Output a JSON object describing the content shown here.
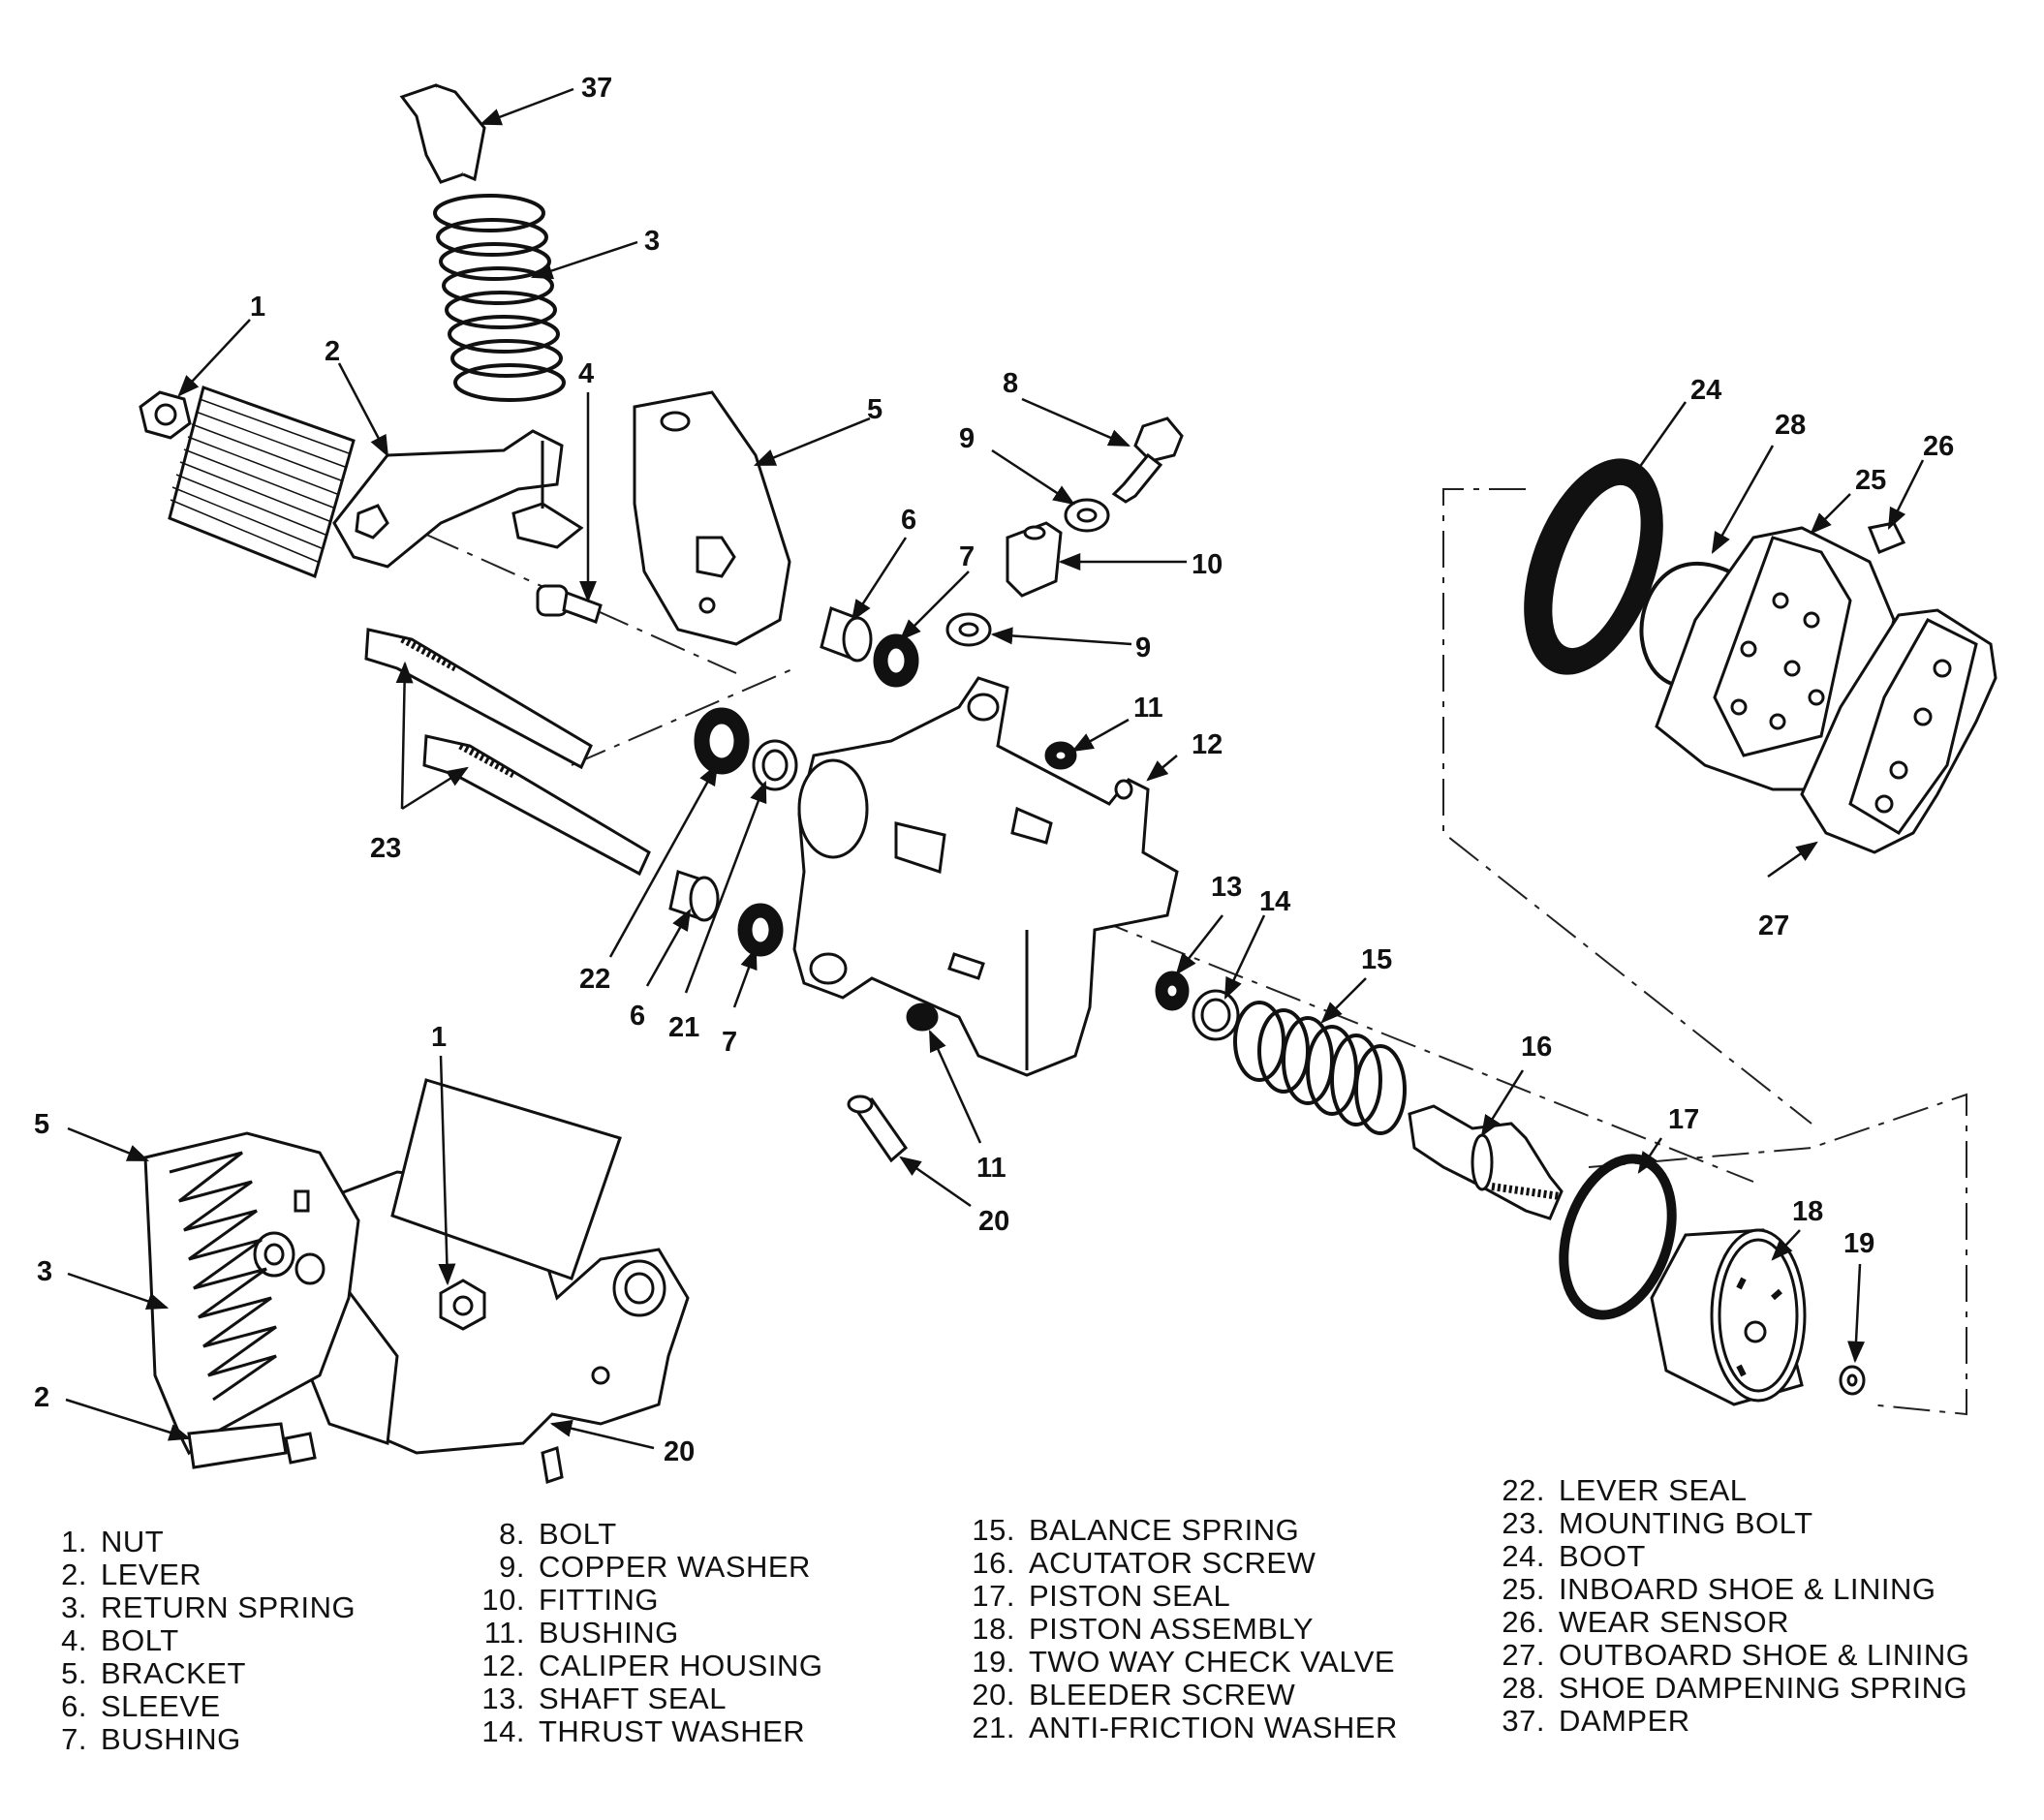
{
  "callouts": [
    {
      "id": "c37",
      "text": "37"
    },
    {
      "id": "c3a",
      "text": "3"
    },
    {
      "id": "c1a",
      "text": "1"
    },
    {
      "id": "c2a",
      "text": "2"
    },
    {
      "id": "c4",
      "text": "4"
    },
    {
      "id": "c5a",
      "text": "5"
    },
    {
      "id": "c8",
      "text": "8"
    },
    {
      "id": "c9a",
      "text": "9"
    },
    {
      "id": "c10",
      "text": "10"
    },
    {
      "id": "c9b",
      "text": "9"
    },
    {
      "id": "c6a",
      "text": "6"
    },
    {
      "id": "c7a",
      "text": "7"
    },
    {
      "id": "c11a",
      "text": "11"
    },
    {
      "id": "c12",
      "text": "12"
    },
    {
      "id": "c23",
      "text": "23"
    },
    {
      "id": "c22",
      "text": "22"
    },
    {
      "id": "c6b",
      "text": "6"
    },
    {
      "id": "c21",
      "text": "21"
    },
    {
      "id": "c7b",
      "text": "7"
    },
    {
      "id": "c13",
      "text": "13"
    },
    {
      "id": "c14",
      "text": "14"
    },
    {
      "id": "c15",
      "text": "15"
    },
    {
      "id": "c16",
      "text": "16"
    },
    {
      "id": "c17",
      "text": "17"
    },
    {
      "id": "c18",
      "text": "18"
    },
    {
      "id": "c19",
      "text": "19"
    },
    {
      "id": "c11b",
      "text": "11"
    },
    {
      "id": "c20a",
      "text": "20"
    },
    {
      "id": "c24",
      "text": "24"
    },
    {
      "id": "c28",
      "text": "28"
    },
    {
      "id": "c25",
      "text": "25"
    },
    {
      "id": "c26",
      "text": "26"
    },
    {
      "id": "c27",
      "text": "27"
    },
    {
      "id": "c1b",
      "text": "1"
    },
    {
      "id": "c5b",
      "text": "5"
    },
    {
      "id": "c3b",
      "text": "3"
    },
    {
      "id": "c2b",
      "text": "2"
    },
    {
      "id": "c20b",
      "text": "20"
    }
  ],
  "legend": {
    "col1": [
      {
        "num": "1.",
        "name": "NUT"
      },
      {
        "num": "2.",
        "name": "LEVER"
      },
      {
        "num": "3.",
        "name": "RETURN SPRING"
      },
      {
        "num": "4.",
        "name": "BOLT"
      },
      {
        "num": "5.",
        "name": "BRACKET"
      },
      {
        "num": "6.",
        "name": "SLEEVE"
      },
      {
        "num": "7.",
        "name": "BUSHING"
      }
    ],
    "col2": [
      {
        "num": "8.",
        "name": "BOLT"
      },
      {
        "num": "9.",
        "name": "COPPER WASHER"
      },
      {
        "num": "10.",
        "name": "FITTING"
      },
      {
        "num": "11.",
        "name": "BUSHING"
      },
      {
        "num": "12.",
        "name": "CALIPER HOUSING"
      },
      {
        "num": "13.",
        "name": "SHAFT SEAL"
      },
      {
        "num": "14.",
        "name": "THRUST WASHER"
      }
    ],
    "col3": [
      {
        "num": "15.",
        "name": "BALANCE SPRING"
      },
      {
        "num": "16.",
        "name": "ACUTATOR SCREW"
      },
      {
        "num": "17.",
        "name": "PISTON SEAL"
      },
      {
        "num": "18.",
        "name": "PISTON ASSEMBLY"
      },
      {
        "num": "19.",
        "name": "TWO WAY CHECK VALVE"
      },
      {
        "num": "20.",
        "name": "BLEEDER SCREW"
      },
      {
        "num": "21.",
        "name": "ANTI-FRICTION WASHER"
      }
    ],
    "col4": [
      {
        "num": "22.",
        "name": "LEVER SEAL"
      },
      {
        "num": "23.",
        "name": "MOUNTING BOLT"
      },
      {
        "num": "24.",
        "name": "BOOT"
      },
      {
        "num": "25.",
        "name": "INBOARD SHOE & LINING"
      },
      {
        "num": "26.",
        "name": "WEAR SENSOR"
      },
      {
        "num": "27.",
        "name": "OUTBOARD SHOE & LINING"
      },
      {
        "num": "28.",
        "name": "SHOE DAMPENING SPRING"
      },
      {
        "num": "37.",
        "name": "DAMPER"
      }
    ]
  }
}
